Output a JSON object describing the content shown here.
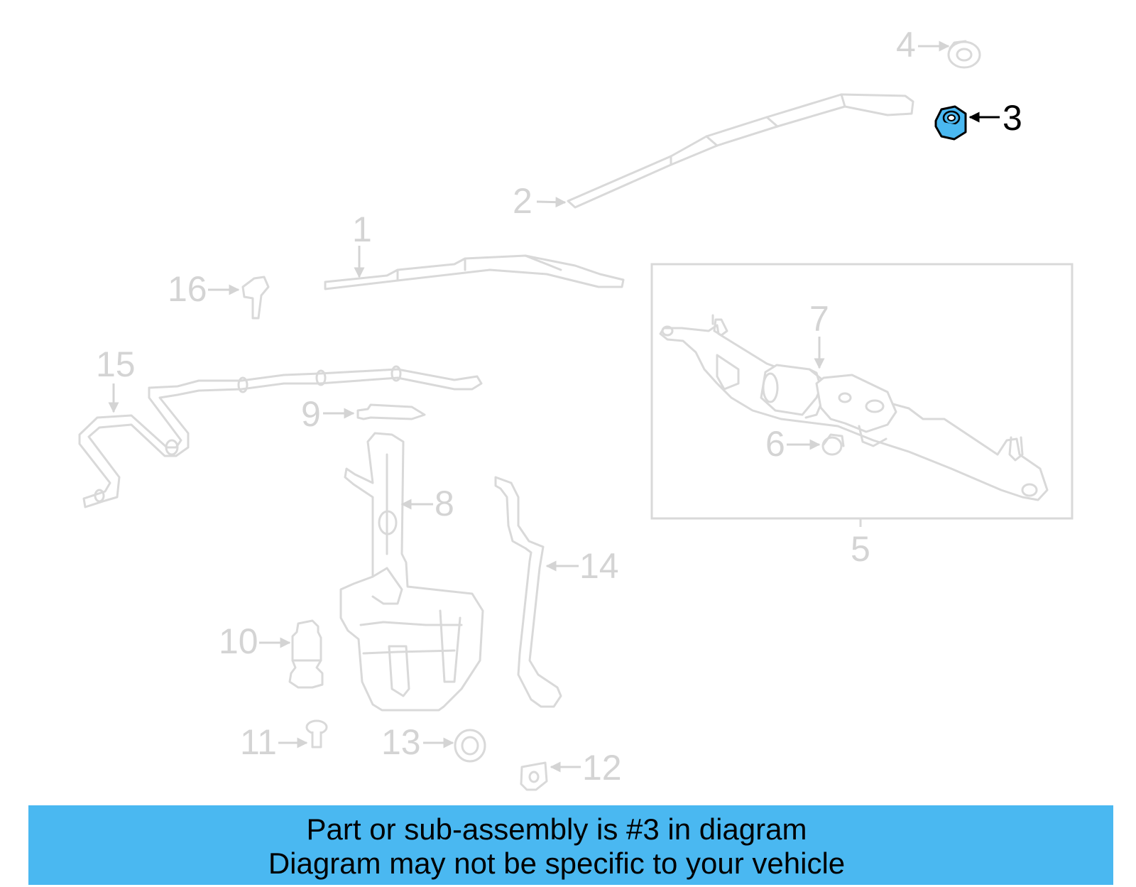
{
  "diagram": {
    "callouts": {
      "c1": "1",
      "c2": "2",
      "c3": "3",
      "c4": "4",
      "c5": "5",
      "c6": "6",
      "c7": "7",
      "c8": "8",
      "c9": "9",
      "c10": "10",
      "c11": "11",
      "c12": "12",
      "c13": "13",
      "c14": "14",
      "c15": "15",
      "c16": "16"
    },
    "highlighted_part": "3",
    "highlight_color": "#4ab8f1",
    "muted_color": "#d4d4d4"
  },
  "banner": {
    "line1": "Part or sub-assembly is #3 in diagram",
    "line2": "Diagram may not be specific to your vehicle",
    "background_color": "#4ab8f1"
  }
}
